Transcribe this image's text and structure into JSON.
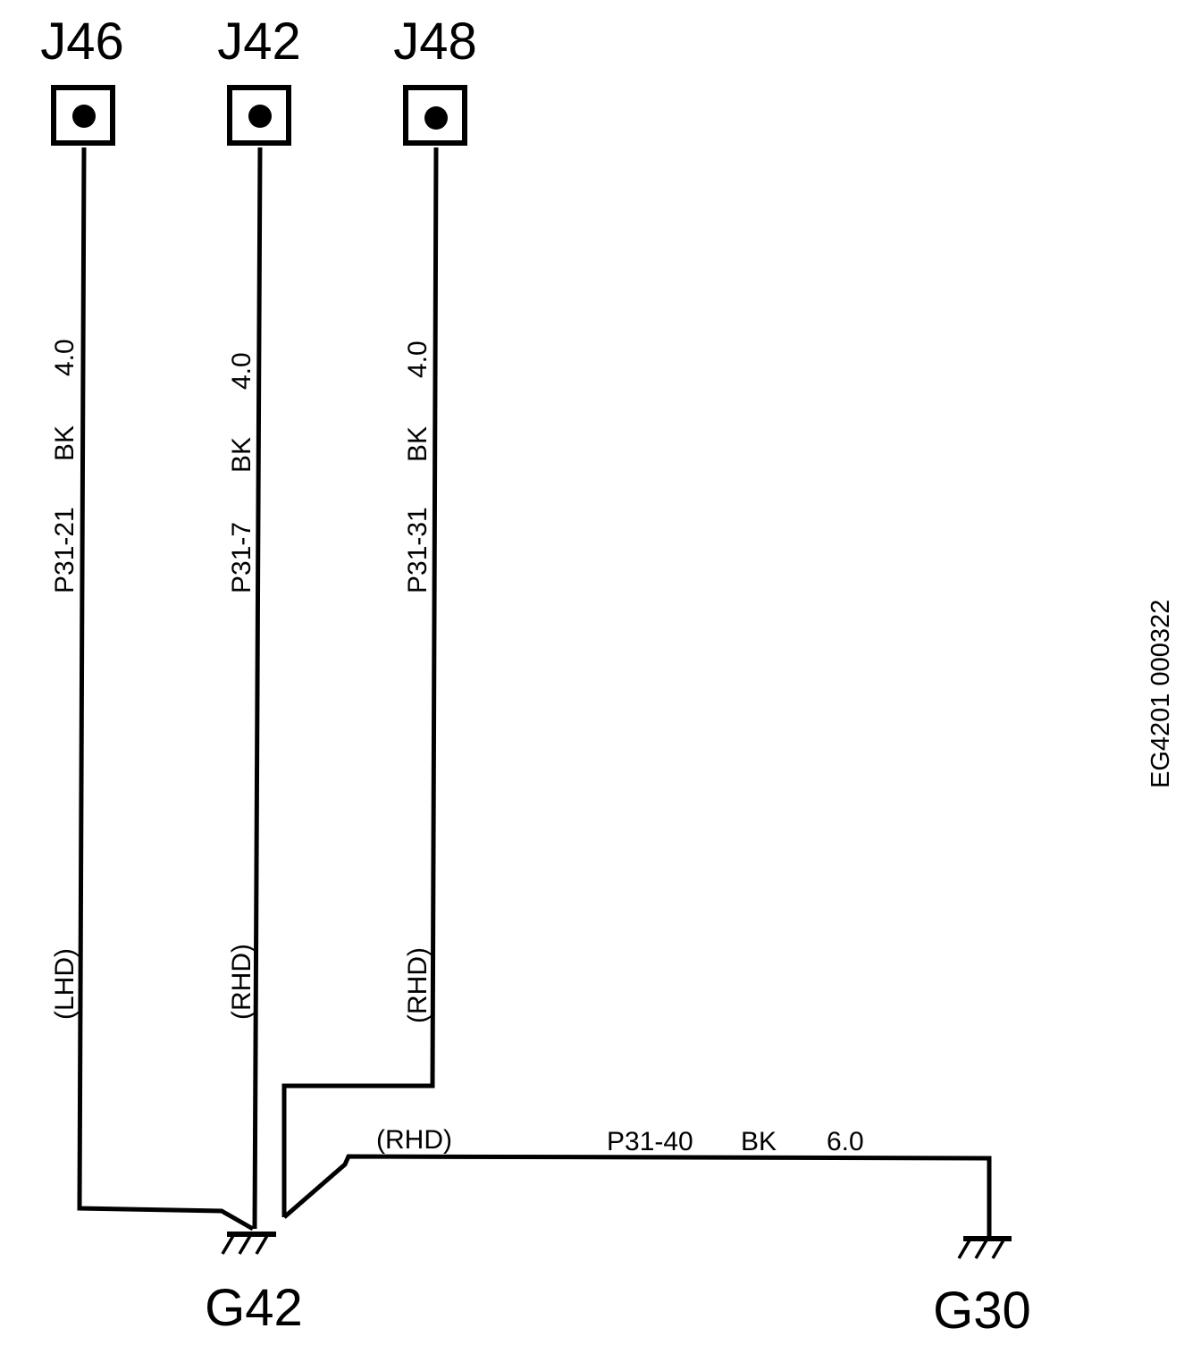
{
  "connectors": [
    {
      "id": "J46"
    },
    {
      "id": "J42"
    },
    {
      "id": "J48"
    }
  ],
  "wires": [
    {
      "circuit": "P31-21",
      "color": "BK",
      "size": "4.0",
      "variant": "(LHD)"
    },
    {
      "circuit": "P31-7",
      "color": "BK",
      "size": "4.0",
      "variant": "(RHD)"
    },
    {
      "circuit": "P31-31",
      "color": "BK",
      "size": "4.0",
      "variant": "(RHD)"
    },
    {
      "circuit": "P31-40",
      "color": "BK",
      "size": "6.0",
      "variant": "(RHD)"
    }
  ],
  "grounds": [
    {
      "id": "G42"
    },
    {
      "id": "G30"
    }
  ],
  "figure_code": "EG4201 000322"
}
